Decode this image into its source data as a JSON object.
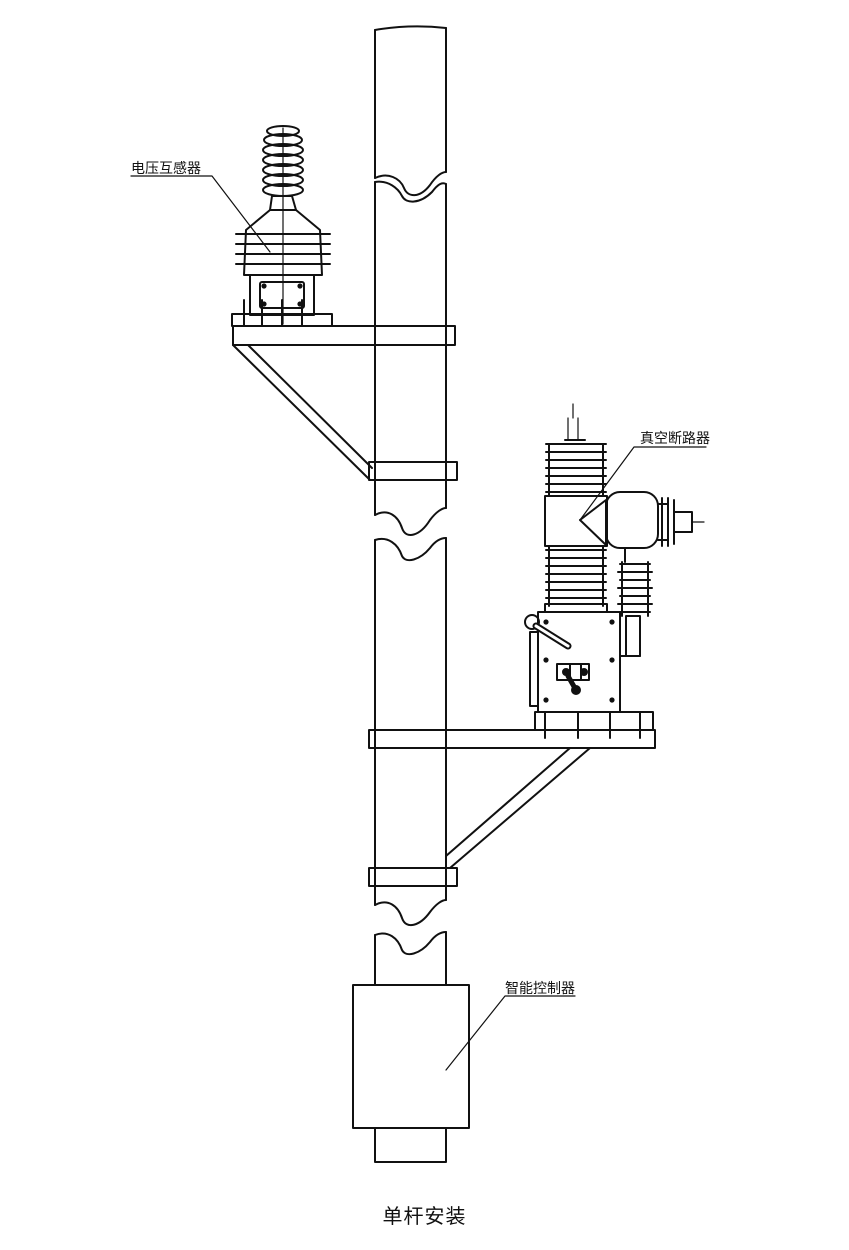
{
  "labels": {
    "voltage_transformer": "电压互感器",
    "vacuum_circuit_breaker": "真空断路器",
    "smart_controller": "智能控制器"
  },
  "caption": "单杆安装",
  "colors": {
    "line": "#111111",
    "background": "#ffffff"
  }
}
